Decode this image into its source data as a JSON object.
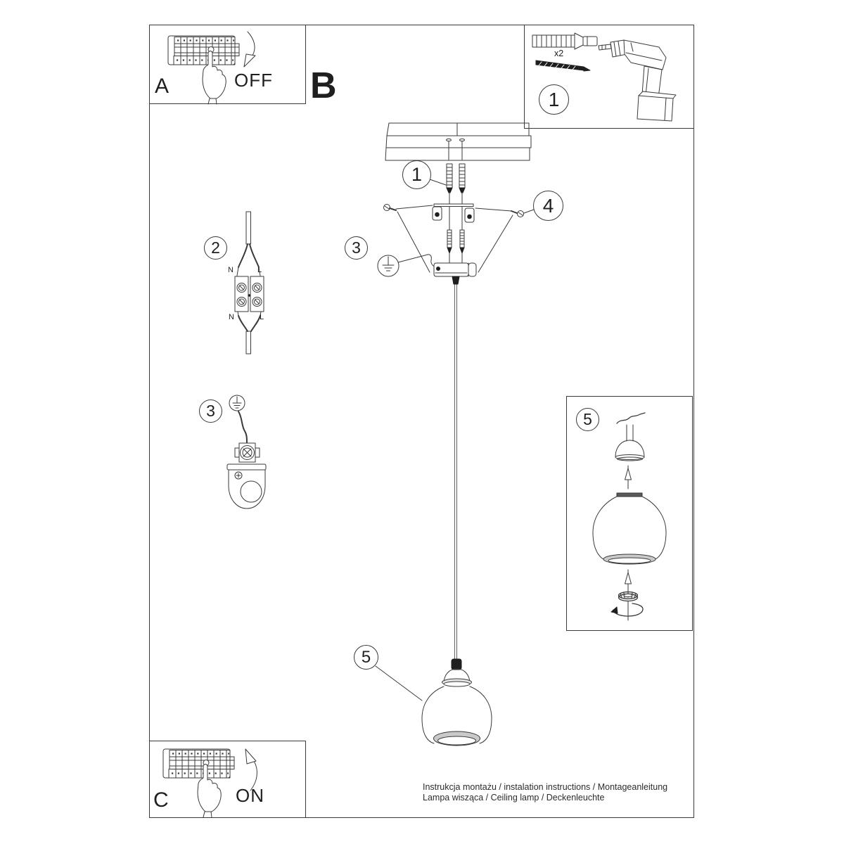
{
  "steps": {
    "a": "A",
    "b": "B",
    "c": "C",
    "off": "OFF",
    "on": "ON"
  },
  "callouts": {
    "n1": "1",
    "n2": "2",
    "n3": "3",
    "n4": "4",
    "n5": "5"
  },
  "hardware": {
    "anchor_qty": "x2"
  },
  "wiring": {
    "neutral": "N",
    "live": "L"
  },
  "footer": {
    "line1": "Instrukcja montażu / instalation instructions / Montageanleitung",
    "line2": "Lampa wisząca / Ceiling lamp / Deckenleuchte"
  },
  "colors": {
    "line": "#3a3a3a",
    "ink": "#1f1f1f",
    "background": "#ffffff"
  }
}
